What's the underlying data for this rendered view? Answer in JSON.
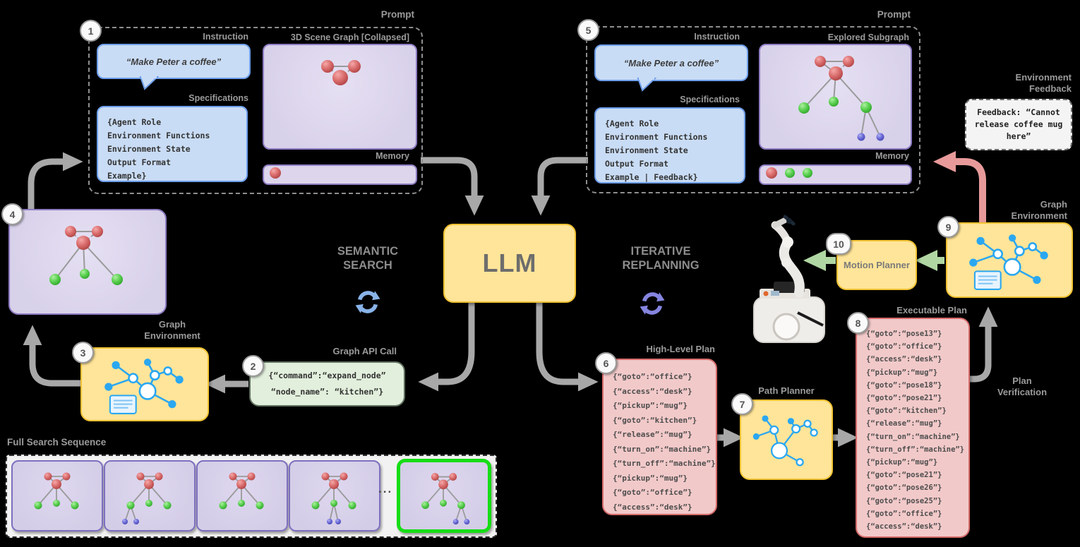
{
  "badges": {
    "n1": "1",
    "n2": "2",
    "n3": "3",
    "n4": "4",
    "n5": "5",
    "n6": "6",
    "n7": "7",
    "n8": "8",
    "n9": "9",
    "n10": "10"
  },
  "prompt_left": {
    "title": "Prompt",
    "instruction_label": "Instruction",
    "instruction_text": "“Make Peter a coffee”",
    "specifications_label": "Specifications",
    "spec_lines": [
      "{Agent Role",
      "Environment Functions",
      "Environment State",
      "Output Format",
      "Example}"
    ],
    "scene_graph_label": "3D Scene Graph [Collapsed]",
    "memory_label": "Memory"
  },
  "prompt_right": {
    "title": "Prompt",
    "instruction_label": "Instruction",
    "instruction_text": "“Make Peter a coffee”",
    "specifications_label": "Specifications",
    "spec_lines": [
      "{Agent Role",
      "Environment Functions",
      "Environment State",
      "Output Format",
      "Example | Feedback}"
    ],
    "subgraph_label": "Explored Subgraph",
    "memory_label": "Memory"
  },
  "environment_feedback": {
    "label": "Environment Feedback",
    "text": "Feedback: “Cannot release coffee mug here”"
  },
  "llm": {
    "label": "LLM"
  },
  "loops": {
    "semantic_search": "SEMANTIC SEARCH",
    "iterative_replanning": "ITERATIVE REPLANNING"
  },
  "graph_api_call": {
    "label": "Graph API Call",
    "lines": [
      "{“command”:“expand_node”",
      "“node_name”: “kitchen”}"
    ]
  },
  "graph_environment_left": {
    "label": "Graph Environment"
  },
  "graph_environment_right": {
    "label": "Graph Environment"
  },
  "full_search_sequence": {
    "label": "Full Search Sequence",
    "ellipsis": "..."
  },
  "high_level_plan": {
    "label": "High-Level Plan",
    "lines": [
      "{“goto”:“office”}",
      "{“access”:“desk”}",
      "{“pickup”:“mug”}",
      "{“goto”:“kitchen”}",
      "{“release”:“mug”}",
      "{“turn_on”:“machine”}",
      "{“turn_off”:“machine”}",
      "{“pickup”:“mug”}",
      "{“goto”:“office”}",
      "{“access”:“desk”}"
    ]
  },
  "path_planner": {
    "label": "Path Planner"
  },
  "executable_plan": {
    "label": "Executable Plan",
    "lines": [
      "{“goto”:“pose13”}",
      "{“goto”:“office”}",
      "{“access”:“desk”}",
      "{“pickup”:“mug”}",
      "{“goto”:“pose18”}",
      "{“goto”:“pose21”}",
      "{“goto”:“kitchen”}",
      "{“release”:“mug”}",
      "{“turn_on”:“machine”}",
      "{“turn_off”:“machine”}",
      "{“pickup”:“mug”}",
      "{“goto”:“pose21”}",
      "{“goto”:“pose26”}",
      "{“goto”:“pose25”}",
      "{“goto”:“office”}",
      "{“access”:“desk”}"
    ]
  },
  "motion_planner": {
    "label": "Motion Planner"
  },
  "plan_verification": {
    "label": "Plan Verification"
  },
  "colors": {
    "red_node": "#d96b6b",
    "green_node": "#54cc54",
    "blue_node": "#6666d8",
    "arrow_gray": "#a8a8a8",
    "arrow_green": "#b0d6a3",
    "arrow_pink": "#e89a9a",
    "box_yellow": "#ffe599",
    "box_blue": "#c9dcf5",
    "box_purple": "#dcd5ec",
    "box_pink": "#f2c9c9",
    "box_green": "#e2efdc",
    "highlight_green": "#16dd16",
    "loop_blue": "#89b3e8",
    "loop_purple": "#8585e0",
    "graph_icon_blue": "#2aa7f0"
  }
}
